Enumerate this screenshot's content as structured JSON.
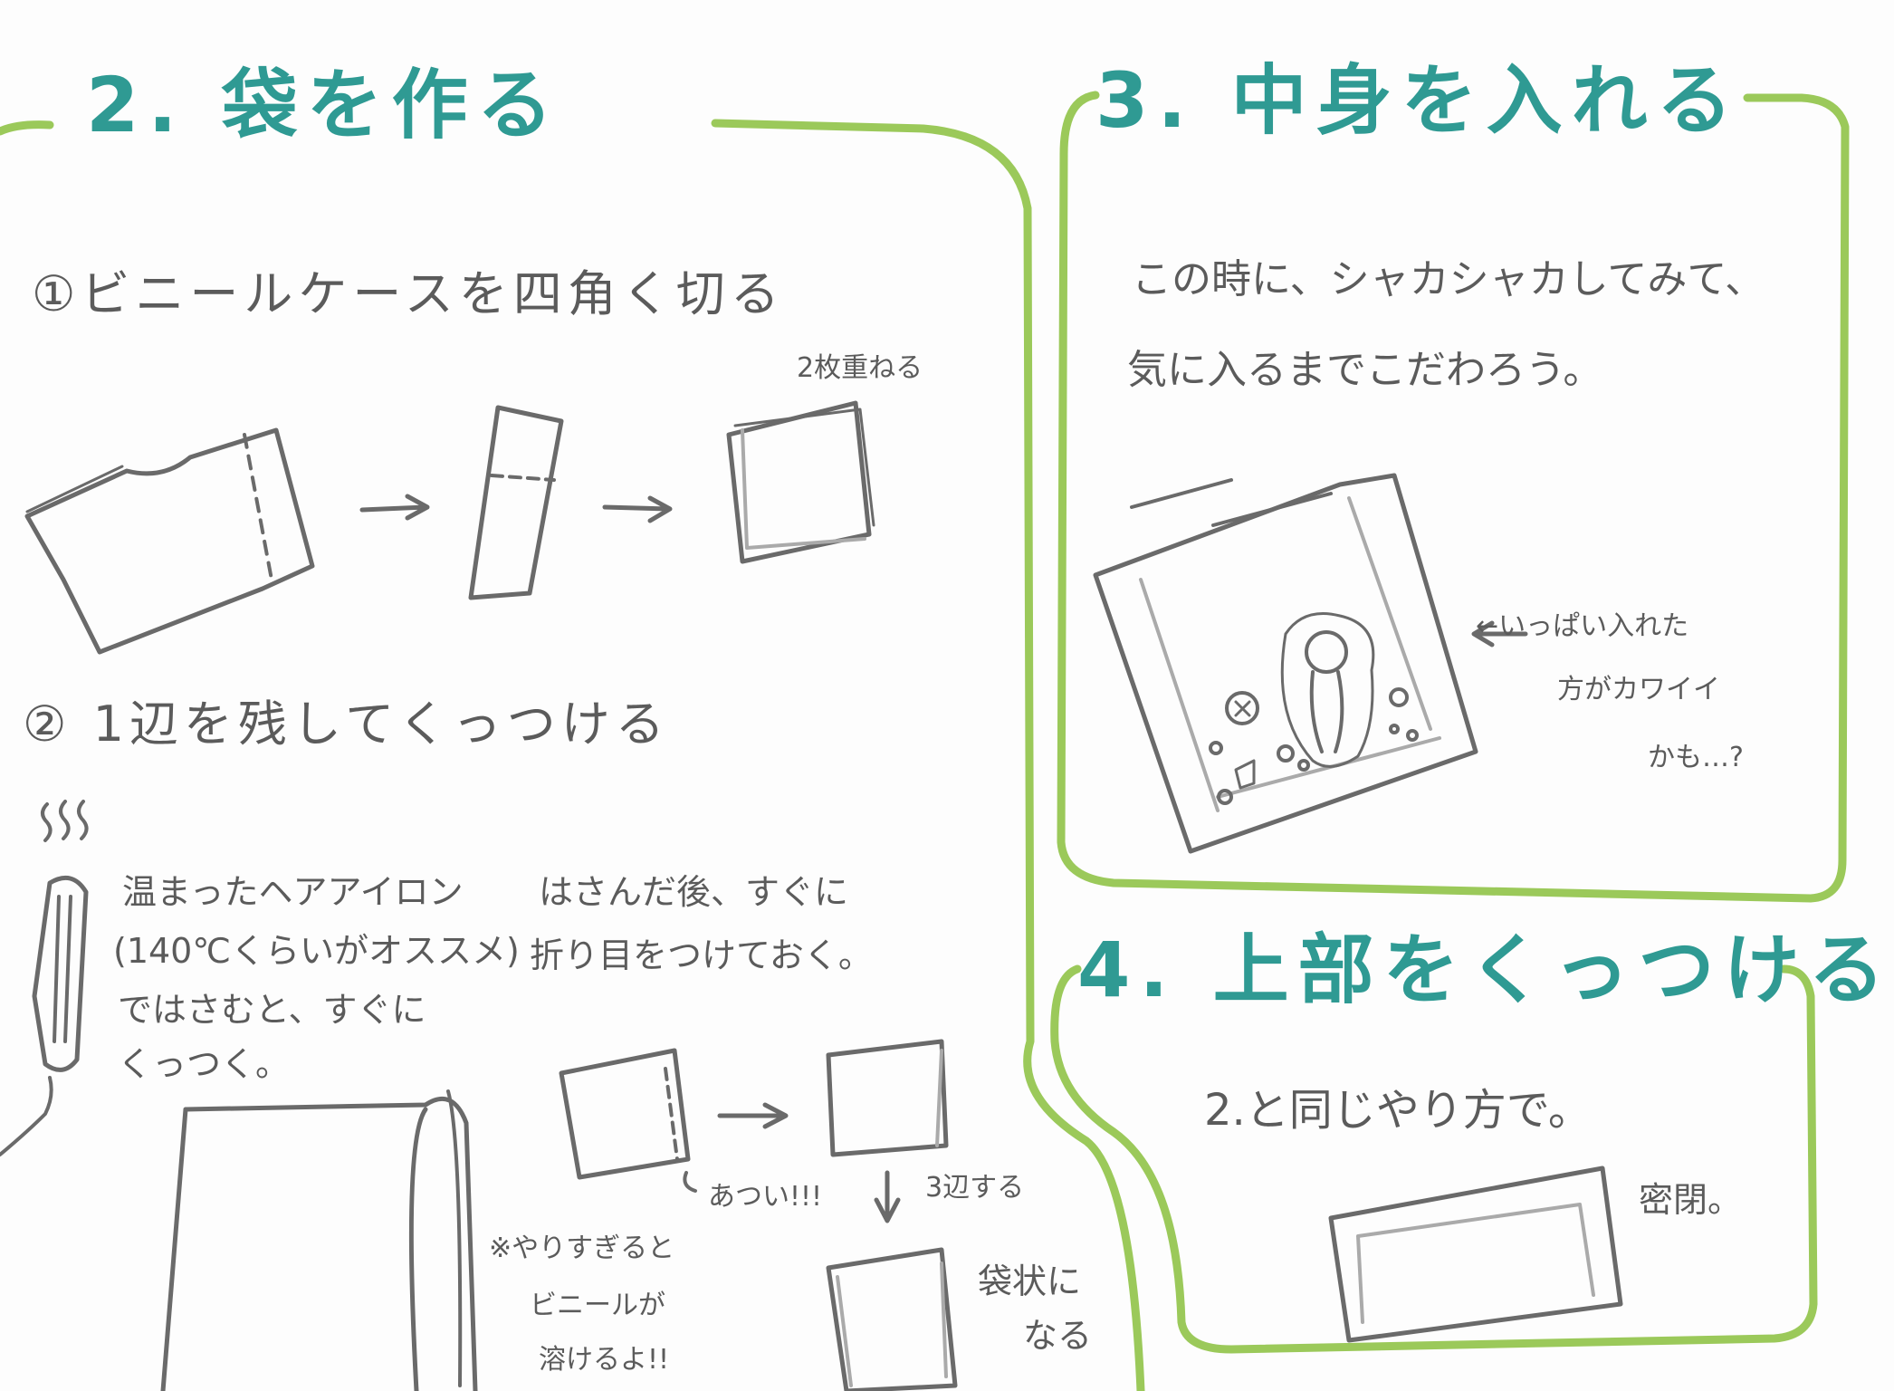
{
  "sections": {
    "s2": {
      "heading": "2. 袋を作る",
      "step1": "①ビニールケースを四角く切る",
      "step1_note": "2枚重ねる",
      "step2": "② 1辺を残してくっつける",
      "iron_note": [
        "温まったヘアアイロン",
        "(140℃くらいがオススメ)",
        "ではさむと、すぐに",
        "くっつく。"
      ],
      "fold_note": [
        "はさんだ後、すぐに",
        "折り目をつけておく。"
      ],
      "hot_note": "あつい!!!",
      "three_sides": "3辺する",
      "warning": [
        "※やりすぎると",
        "ビニールが",
        "溶けるよ!!"
      ],
      "bag_note": [
        "袋状に",
        "なる"
      ]
    },
    "s3": {
      "heading": "3. 中身を入れる",
      "desc": [
        "この時に、シャカシャカしてみて、",
        "気に入るまでこだわろう。"
      ],
      "side_note": [
        "←いっぱい入れた",
        "方がカワイイ",
        "かも…?"
      ]
    },
    "s4": {
      "heading": "4. 上部をくっつける",
      "desc": "2.と同じやり方で。",
      "seal": "密閉。"
    }
  },
  "colors": {
    "frame": "#9bc95a",
    "heading": "#2f9a93",
    "ink": "#5a5a5a"
  }
}
